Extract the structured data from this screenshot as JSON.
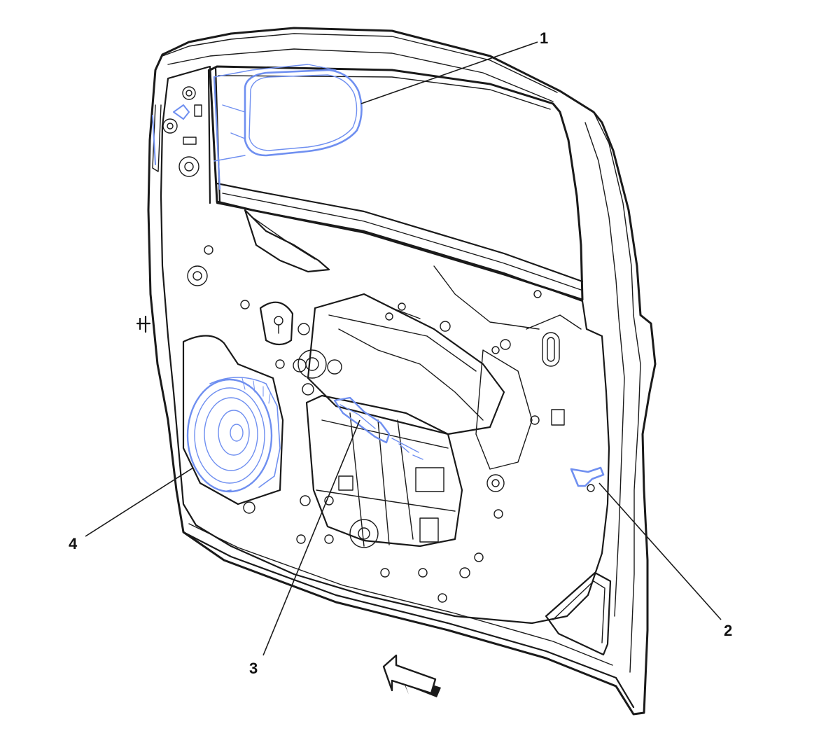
{
  "colors": {
    "panel_fill": "#d6d3c0",
    "panel_fill_dark": "#c4c1ad",
    "glass_fill": "#d9d6c5",
    "highlight": "#6f8ff0",
    "line": "#1a1a1a"
  },
  "callouts": [
    {
      "id": "1",
      "label": "1",
      "part": "exterior-mirror"
    },
    {
      "id": "2",
      "label": "2",
      "part": "door-latch-clip"
    },
    {
      "id": "3",
      "label": "3",
      "part": "window-regulator"
    },
    {
      "id": "4",
      "label": "4",
      "part": "door-speaker"
    }
  ],
  "direction_arrow": {
    "icon": "view-direction-arrow-icon"
  }
}
